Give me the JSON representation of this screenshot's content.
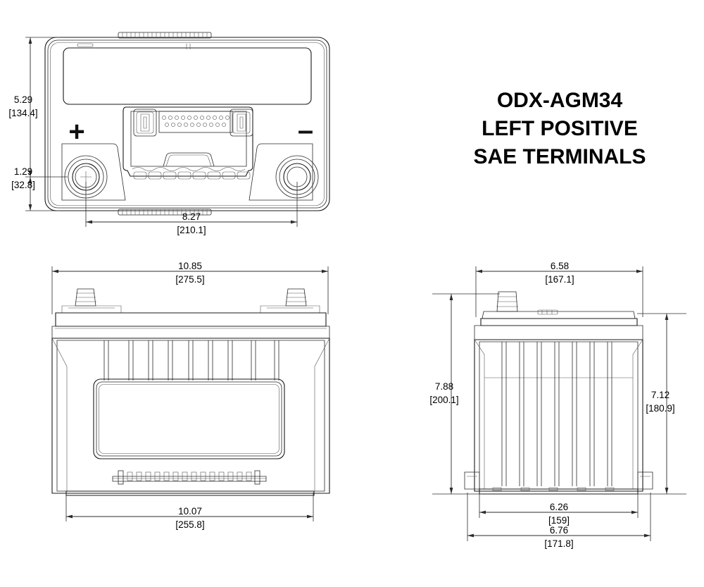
{
  "drawing": {
    "title_lines": [
      "ODX-AGM34",
      "LEFT POSITIVE",
      "SAE TERMINALS"
    ],
    "background": "#ffffff",
    "line_color": "#1a1a1a"
  },
  "views": {
    "top": {
      "name": "top-view",
      "polarity_positive": "+",
      "polarity_negative": "–"
    },
    "front": {
      "name": "front-view"
    },
    "side": {
      "name": "side-view"
    }
  },
  "dimensions": {
    "top_view_height_overall": {
      "inch": "5.29",
      "mm": "[134.4]"
    },
    "top_view_terminal_offset": {
      "inch": "1.29",
      "mm": "[32.8]"
    },
    "top_view_terminal_span": {
      "inch": "8.27",
      "mm": "[210.1]"
    },
    "front_view_width_overall": {
      "inch": "10.85",
      "mm": "[275.5]"
    },
    "front_view_width_base": {
      "inch": "10.07",
      "mm": "[255.8]"
    },
    "side_view_width_overall": {
      "inch": "6.58",
      "mm": "[167.1]"
    },
    "side_view_height_overall": {
      "inch": "7.88",
      "mm": "[200.1]"
    },
    "side_view_height_case": {
      "inch": "7.12",
      "mm": "[180.9]"
    },
    "side_view_width_base_inner": {
      "inch": "6.26",
      "mm": "[159]"
    },
    "side_view_width_base_outer": {
      "inch": "6.76",
      "mm": "[171.8]"
    }
  }
}
